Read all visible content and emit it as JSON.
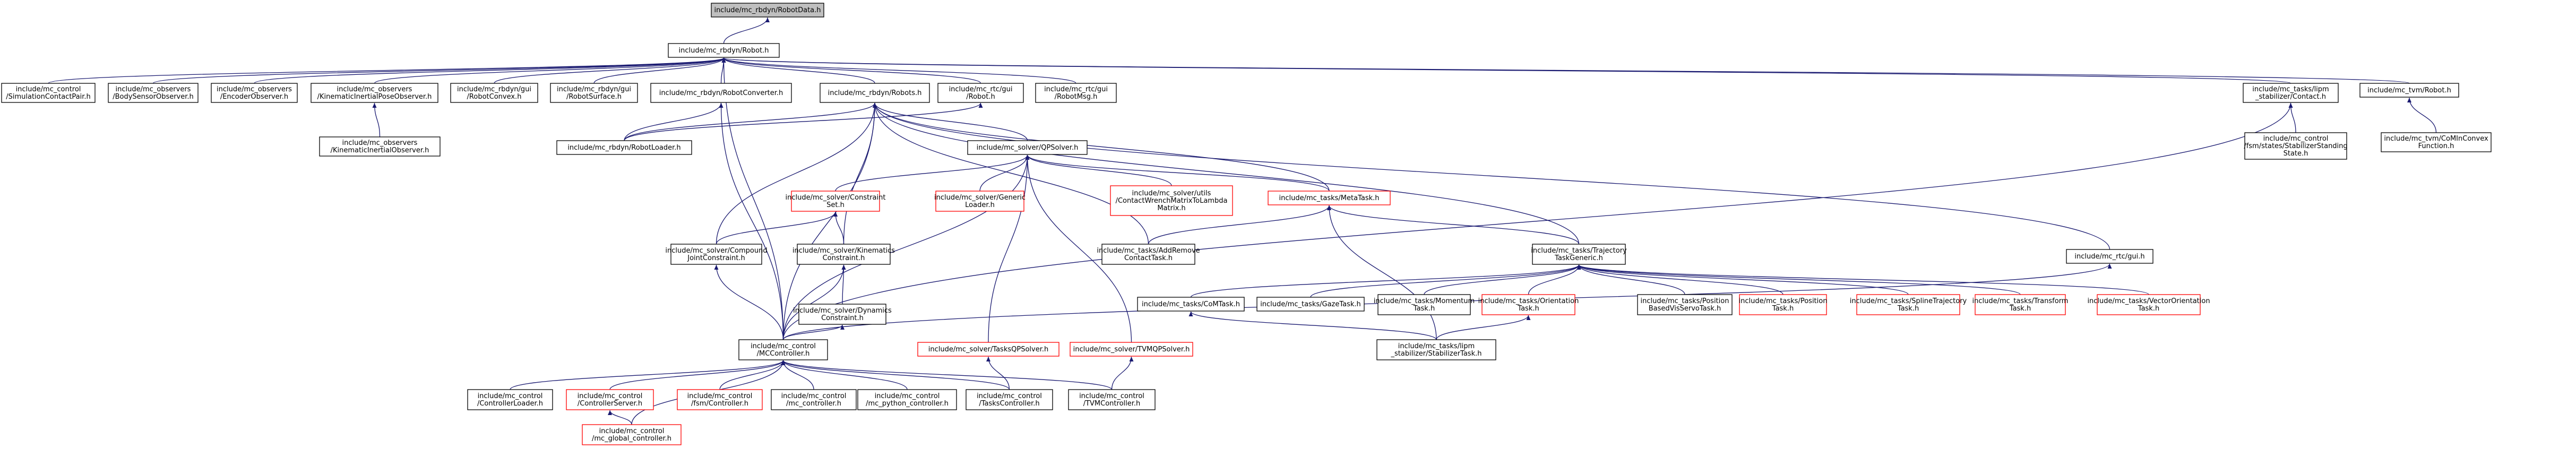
{
  "colors": {
    "background": "#ffffff",
    "edge": "#191970",
    "node_border_linked": "#000000",
    "node_border_truncated": "#ff0000",
    "root_fill": "#bfbfbf",
    "node_fill": "#ffffff"
  },
  "nodes": [
    {
      "id": "RobotData",
      "lines": [
        "include/mc_rbdyn/RobotData.h"
      ],
      "style": "root"
    },
    {
      "id": "Robot",
      "lines": [
        "include/mc_rbdyn/Robot.h"
      ],
      "style": "linked"
    },
    {
      "id": "SimulationContactPair",
      "lines": [
        "include/mc_control",
        "/SimulationContactPair.h"
      ],
      "style": "linked"
    },
    {
      "id": "BodySensorObserver",
      "lines": [
        "include/mc_observers",
        "/BodySensorObserver.h"
      ],
      "style": "linked"
    },
    {
      "id": "EncoderObserver",
      "lines": [
        "include/mc_observers",
        "/EncoderObserver.h"
      ],
      "style": "linked"
    },
    {
      "id": "KinematicInertialPoseObserver",
      "lines": [
        "include/mc_observers",
        "/KinematicInertialPoseObserver.h"
      ],
      "style": "linked"
    },
    {
      "id": "RobotConvex",
      "lines": [
        "include/mc_rbdyn/gui",
        "/RobotConvex.h"
      ],
      "style": "linked"
    },
    {
      "id": "RobotSurface",
      "lines": [
        "include/mc_rbdyn/gui",
        "/RobotSurface.h"
      ],
      "style": "linked"
    },
    {
      "id": "RobotConverter",
      "lines": [
        "include/mc_rbdyn/RobotConverter.h"
      ],
      "style": "linked"
    },
    {
      "id": "Robots",
      "lines": [
        "include/mc_rbdyn/Robots.h"
      ],
      "style": "linked"
    },
    {
      "id": "rtcRobot",
      "lines": [
        "include/mc_rtc/gui",
        "/Robot.h"
      ],
      "style": "linked"
    },
    {
      "id": "RobotMsg",
      "lines": [
        "include/mc_rtc/gui",
        "/RobotMsg.h"
      ],
      "style": "linked"
    },
    {
      "id": "lipmContact",
      "lines": [
        "include/mc_tasks/lipm",
        "_stabilizer/Contact.h"
      ],
      "style": "linked"
    },
    {
      "id": "tvmRobot",
      "lines": [
        "include/mc_tvm/Robot.h"
      ],
      "style": "linked"
    },
    {
      "id": "KinematicInertialObserver",
      "lines": [
        "include/mc_observers",
        "/KinematicInertialObserver.h"
      ],
      "style": "linked"
    },
    {
      "id": "RobotLoader",
      "lines": [
        "include/mc_rbdyn/RobotLoader.h"
      ],
      "style": "linked"
    },
    {
      "id": "QPSolver",
      "lines": [
        "include/mc_solver/QPSolver.h"
      ],
      "style": "linked"
    },
    {
      "id": "StabilizerStandingState",
      "lines": [
        "include/mc_control",
        "/fsm/states/StabilizerStanding",
        "State.h"
      ],
      "style": "linked"
    },
    {
      "id": "CoMInConvexFunction",
      "lines": [
        "include/mc_tvm/CoMInConvex",
        "Function.h"
      ],
      "style": "linked"
    },
    {
      "id": "ConstraintSet",
      "lines": [
        "include/mc_solver/Constraint",
        "Set.h"
      ],
      "style": "truncated"
    },
    {
      "id": "GenericLoader",
      "lines": [
        "include/mc_solver/Generic",
        "Loader.h"
      ],
      "style": "truncated"
    },
    {
      "id": "ContactWrenchMatrixToLambdaMatrix",
      "lines": [
        "include/mc_solver/utils",
        "/ContactWrenchMatrixToLambda",
        "Matrix.h"
      ],
      "style": "truncated"
    },
    {
      "id": "MetaTask",
      "lines": [
        "include/mc_tasks/MetaTask.h"
      ],
      "style": "truncated"
    },
    {
      "id": "CompoundJointConstraint",
      "lines": [
        "include/mc_solver/Compound",
        "JointConstraint.h"
      ],
      "style": "linked"
    },
    {
      "id": "KinematicsConstraint",
      "lines": [
        "include/mc_solver/Kinematics",
        "Constraint.h"
      ],
      "style": "linked"
    },
    {
      "id": "AddRemoveContactTask",
      "lines": [
        "include/mc_tasks/AddRemove",
        "ContactTask.h"
      ],
      "style": "linked"
    },
    {
      "id": "TrajectoryTaskGeneric",
      "lines": [
        "include/mc_tasks/Trajectory",
        "TaskGeneric.h"
      ],
      "style": "linked"
    },
    {
      "id": "rtcGui",
      "lines": [
        "include/mc_rtc/gui.h"
      ],
      "style": "linked"
    },
    {
      "id": "DynamicsConstraint",
      "lines": [
        "include/mc_solver/Dynamics",
        "Constraint.h"
      ],
      "style": "linked"
    },
    {
      "id": "CoMTask",
      "lines": [
        "include/mc_tasks/CoMTask.h"
      ],
      "style": "linked"
    },
    {
      "id": "GazeTask",
      "lines": [
        "include/mc_tasks/GazeTask.h"
      ],
      "style": "linked"
    },
    {
      "id": "MomentumTask",
      "lines": [
        "include/mc_tasks/Momentum",
        "Task.h"
      ],
      "style": "linked"
    },
    {
      "id": "OrientationTask",
      "lines": [
        "include/mc_tasks/Orientation",
        "Task.h"
      ],
      "style": "truncated"
    },
    {
      "id": "PositionBasedVisServoTask",
      "lines": [
        "include/mc_tasks/Position",
        "BasedVisServoTask.h"
      ],
      "style": "linked"
    },
    {
      "id": "PositionTask",
      "lines": [
        "include/mc_tasks/Position",
        "Task.h"
      ],
      "style": "truncated"
    },
    {
      "id": "SplineTrajectoryTask",
      "lines": [
        "include/mc_tasks/SplineTrajectory",
        "Task.h"
      ],
      "style": "truncated"
    },
    {
      "id": "TransformTask",
      "lines": [
        "include/mc_tasks/Transform",
        "Task.h"
      ],
      "style": "truncated"
    },
    {
      "id": "VectorOrientationTask",
      "lines": [
        "include/mc_tasks/VectorOrientation",
        "Task.h"
      ],
      "style": "truncated"
    },
    {
      "id": "MCController",
      "lines": [
        "include/mc_control",
        "/MCController.h"
      ],
      "style": "linked"
    },
    {
      "id": "TasksQPSolver",
      "lines": [
        "include/mc_solver/TasksQPSolver.h"
      ],
      "style": "truncated"
    },
    {
      "id": "TVMQPSolver",
      "lines": [
        "include/mc_solver/TVMQPSolver.h"
      ],
      "style": "truncated"
    },
    {
      "id": "StabilizerTask",
      "lines": [
        "include/mc_tasks/lipm",
        "_stabilizer/StabilizerTask.h"
      ],
      "style": "linked"
    },
    {
      "id": "ControllerLoader",
      "lines": [
        "include/mc_control",
        "/ControllerLoader.h"
      ],
      "style": "linked"
    },
    {
      "id": "ControllerServer",
      "lines": [
        "include/mc_control",
        "/ControllerServer.h"
      ],
      "style": "truncated"
    },
    {
      "id": "FSMController",
      "lines": [
        "include/mc_control",
        "/fsm/Controller.h"
      ],
      "style": "truncated"
    },
    {
      "id": "mc_controller",
      "lines": [
        "include/mc_control",
        "/mc_controller.h"
      ],
      "style": "linked"
    },
    {
      "id": "mc_python_controller",
      "lines": [
        "include/mc_control",
        "/mc_python_controller.h"
      ],
      "style": "linked"
    },
    {
      "id": "TasksController",
      "lines": [
        "include/mc_control",
        "/TasksController.h"
      ],
      "style": "linked"
    },
    {
      "id": "TVMController",
      "lines": [
        "include/mc_control",
        "/TVMController.h"
      ],
      "style": "linked"
    },
    {
      "id": "mc_global_controller",
      "lines": [
        "include/mc_control",
        "/mc_global_controller.h"
      ],
      "style": "truncated"
    }
  ],
  "edges": [
    [
      "Robot",
      "RobotData"
    ],
    [
      "SimulationContactPair",
      "Robot"
    ],
    [
      "BodySensorObserver",
      "Robot"
    ],
    [
      "EncoderObserver",
      "Robot"
    ],
    [
      "KinematicInertialPoseObserver",
      "Robot"
    ],
    [
      "RobotConvex",
      "Robot"
    ],
    [
      "RobotSurface",
      "Robot"
    ],
    [
      "RobotConverter",
      "Robot"
    ],
    [
      "Robots",
      "Robot"
    ],
    [
      "rtcRobot",
      "Robot"
    ],
    [
      "RobotMsg",
      "Robot"
    ],
    [
      "lipmContact",
      "Robot"
    ],
    [
      "tvmRobot",
      "Robot"
    ],
    [
      "MCController",
      "Robot"
    ],
    [
      "KinematicInertialObserver",
      "KinematicInertialPoseObserver"
    ],
    [
      "RobotLoader",
      "RobotConverter"
    ],
    [
      "MCController",
      "RobotConverter"
    ],
    [
      "RobotLoader",
      "Robots"
    ],
    [
      "QPSolver",
      "Robots"
    ],
    [
      "CompoundJointConstraint",
      "Robots"
    ],
    [
      "KinematicsConstraint",
      "Robots"
    ],
    [
      "MCController",
      "Robots"
    ],
    [
      "TrajectoryTaskGeneric",
      "Robots"
    ],
    [
      "AddRemoveContactTask",
      "Robots"
    ],
    [
      "rtcGui",
      "Robots"
    ],
    [
      "MetaTask",
      "Robots"
    ],
    [
      "RobotLoader",
      "rtcRobot"
    ],
    [
      "StabilizerStandingState",
      "lipmContact"
    ],
    [
      "MCController",
      "lipmContact"
    ],
    [
      "CoMInConvexFunction",
      "tvmRobot"
    ],
    [
      "ConstraintSet",
      "QPSolver"
    ],
    [
      "GenericLoader",
      "QPSolver"
    ],
    [
      "ContactWrenchMatrixToLambdaMatrix",
      "QPSolver"
    ],
    [
      "MetaTask",
      "QPSolver"
    ],
    [
      "MCController",
      "QPSolver"
    ],
    [
      "TasksQPSolver",
      "QPSolver"
    ],
    [
      "TVMQPSolver",
      "QPSolver"
    ],
    [
      "CompoundJointConstraint",
      "ConstraintSet"
    ],
    [
      "KinematicsConstraint",
      "ConstraintSet"
    ],
    [
      "AddRemoveContactTask",
      "MetaTask"
    ],
    [
      "TrajectoryTaskGeneric",
      "MetaTask"
    ],
    [
      "StabilizerTask",
      "MetaTask"
    ],
    [
      "MCController",
      "CompoundJointConstraint"
    ],
    [
      "MCController",
      "KinematicsConstraint"
    ],
    [
      "DynamicsConstraint",
      "KinematicsConstraint"
    ],
    [
      "MCController",
      "DynamicsConstraint"
    ],
    [
      "CoMTask",
      "TrajectoryTaskGeneric"
    ],
    [
      "GazeTask",
      "TrajectoryTaskGeneric"
    ],
    [
      "MomentumTask",
      "TrajectoryTaskGeneric"
    ],
    [
      "OrientationTask",
      "TrajectoryTaskGeneric"
    ],
    [
      "PositionBasedVisServoTask",
      "TrajectoryTaskGeneric"
    ],
    [
      "PositionTask",
      "TrajectoryTaskGeneric"
    ],
    [
      "SplineTrajectoryTask",
      "TrajectoryTaskGeneric"
    ],
    [
      "TransformTask",
      "TrajectoryTaskGeneric"
    ],
    [
      "VectorOrientationTask",
      "TrajectoryTaskGeneric"
    ],
    [
      "StabilizerTask",
      "CoMTask"
    ],
    [
      "StabilizerTask",
      "OrientationTask"
    ],
    [
      "MCController",
      "rtcGui"
    ],
    [
      "ControllerLoader",
      "MCController"
    ],
    [
      "ControllerServer",
      "MCController"
    ],
    [
      "FSMController",
      "MCController"
    ],
    [
      "mc_controller",
      "MCController"
    ],
    [
      "mc_python_controller",
      "MCController"
    ],
    [
      "TasksController",
      "MCController"
    ],
    [
      "TVMController",
      "MCController"
    ],
    [
      "mc_global_controller",
      "MCController"
    ],
    [
      "TasksController",
      "TasksQPSolver"
    ],
    [
      "TVMController",
      "TVMQPSolver"
    ],
    [
      "mc_global_controller",
      "ControllerServer"
    ]
  ]
}
